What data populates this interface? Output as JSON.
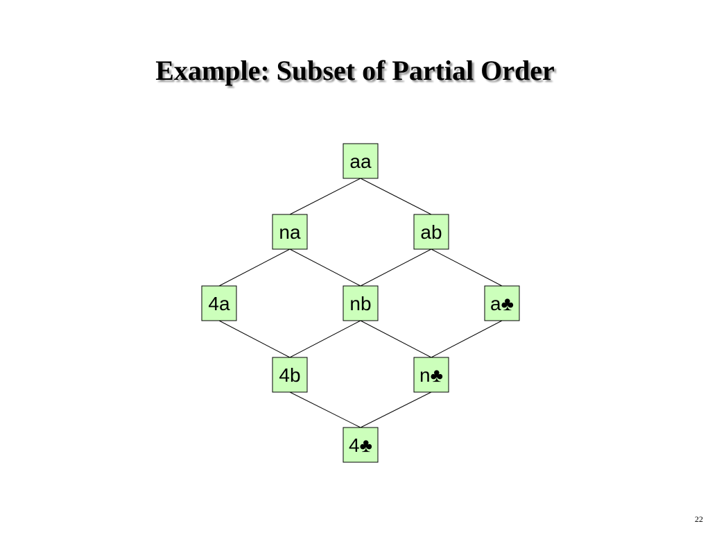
{
  "slide": {
    "title": "Example: Subset of Partial Order",
    "page_number": "22"
  },
  "diagram": {
    "colors": {
      "node_fill": "#ccffbb",
      "node_border": "#000000",
      "edge": "#000000"
    },
    "nodes": [
      {
        "id": "aa",
        "label": "aa"
      },
      {
        "id": "na",
        "label": "na"
      },
      {
        "id": "ab",
        "label": "ab"
      },
      {
        "id": "4a",
        "label": "4a"
      },
      {
        "id": "nb",
        "label": "nb"
      },
      {
        "id": "a-club",
        "label": "a♣"
      },
      {
        "id": "4b",
        "label": "4b"
      },
      {
        "id": "n-club",
        "label": "n♣"
      },
      {
        "id": "4-club",
        "label": "4♣"
      }
    ],
    "edges": [
      {
        "from": "na",
        "to": "aa"
      },
      {
        "from": "ab",
        "to": "aa"
      },
      {
        "from": "4a",
        "to": "na"
      },
      {
        "from": "nb",
        "to": "na"
      },
      {
        "from": "nb",
        "to": "ab"
      },
      {
        "from": "a-club",
        "to": "ab"
      },
      {
        "from": "4b",
        "to": "4a"
      },
      {
        "from": "4b",
        "to": "nb"
      },
      {
        "from": "n-club",
        "to": "nb"
      },
      {
        "from": "n-club",
        "to": "a-club"
      },
      {
        "from": "4-club",
        "to": "4b"
      },
      {
        "from": "4-club",
        "to": "n-club"
      }
    ]
  }
}
